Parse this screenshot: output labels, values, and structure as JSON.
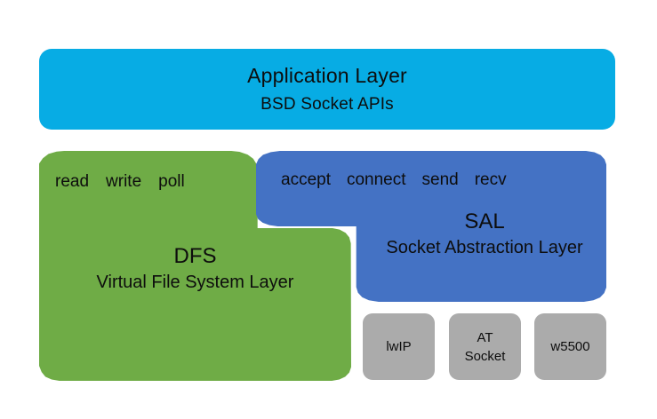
{
  "diagram": {
    "title": "RT-Thread network stack layered architecture",
    "background": "#ffffff",
    "colors": {
      "application": "#07ACE4",
      "dfs": "#6FAC46",
      "sal": "#4472C4",
      "backend": "#ABABAB",
      "text": "#0d0d0d"
    }
  },
  "application_layer": {
    "title": "Application Layer",
    "subtitle": "BSD Socket APIs"
  },
  "dfs_layer": {
    "operations": [
      "read",
      "write",
      "poll"
    ],
    "title": "DFS",
    "subtitle": "Virtual File System Layer"
  },
  "sal_layer": {
    "operations": [
      "accept",
      "connect",
      "send",
      "recv"
    ],
    "title": "SAL",
    "subtitle": "Socket Abstraction Layer"
  },
  "backends": [
    {
      "name": "lwIP",
      "lines": [
        "lwIP"
      ]
    },
    {
      "name": "AT Socket",
      "lines": [
        "AT",
        "Socket"
      ]
    },
    {
      "name": "w5500",
      "lines": [
        "w5500"
      ]
    }
  ]
}
